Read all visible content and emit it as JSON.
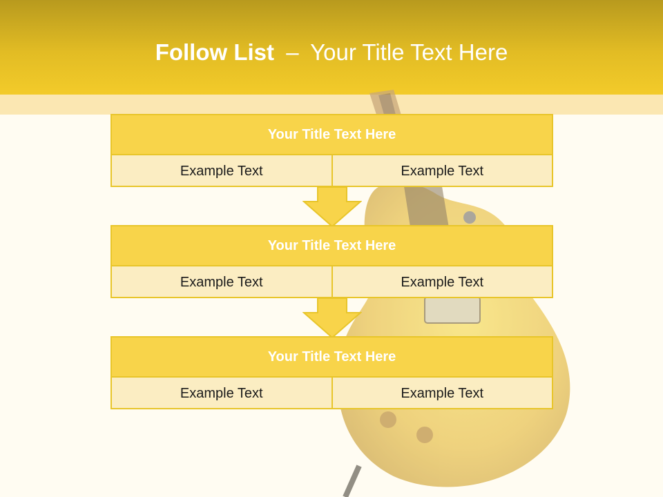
{
  "slide": {
    "title_bold": "Follow List",
    "title_sep": "–",
    "title_rest": "Your Title Text Here"
  },
  "steps": [
    {
      "title": "Your Title Text Here",
      "left": "Example Text",
      "right": "Example Text"
    },
    {
      "title": "Your Title Text Here",
      "left": "Example Text",
      "right": "Example Text"
    },
    {
      "title": "Your Title Text Here",
      "left": "Example Text",
      "right": "Example Text"
    }
  ],
  "colors": {
    "header": "#f3cb2a",
    "box_title": "#f8d44a",
    "box_body": "#fbedc2",
    "border": "#e8c52a",
    "background": "#fffcf2"
  },
  "icons": {
    "arrow": "down-arrow-icon",
    "background_image": "electric-guitar-image"
  }
}
